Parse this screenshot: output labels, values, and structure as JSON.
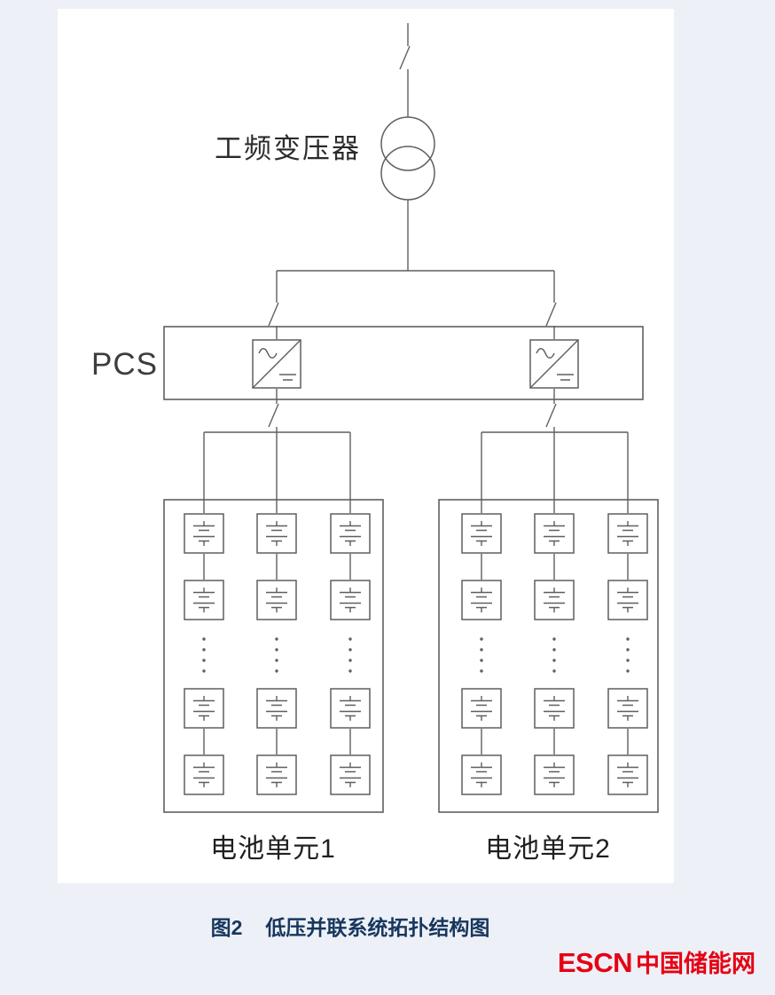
{
  "diagram": {
    "transformer_label": "工频变压器",
    "pcs_label": "PCS",
    "battery_units": [
      {
        "label": "电池单元1"
      },
      {
        "label": "电池单元2"
      }
    ]
  },
  "caption": {
    "prefix": "图2",
    "title": "低压并联系统拓扑结构图"
  },
  "logo": {
    "wordmark": "ESCN",
    "name": "中国储能网"
  },
  "colors": {
    "page_background": "#edf0f7",
    "panel_background": "#ffffff",
    "diagram_line": "#5f5f5f",
    "caption_text": "#17365d",
    "logo_red": "#e60012"
  }
}
